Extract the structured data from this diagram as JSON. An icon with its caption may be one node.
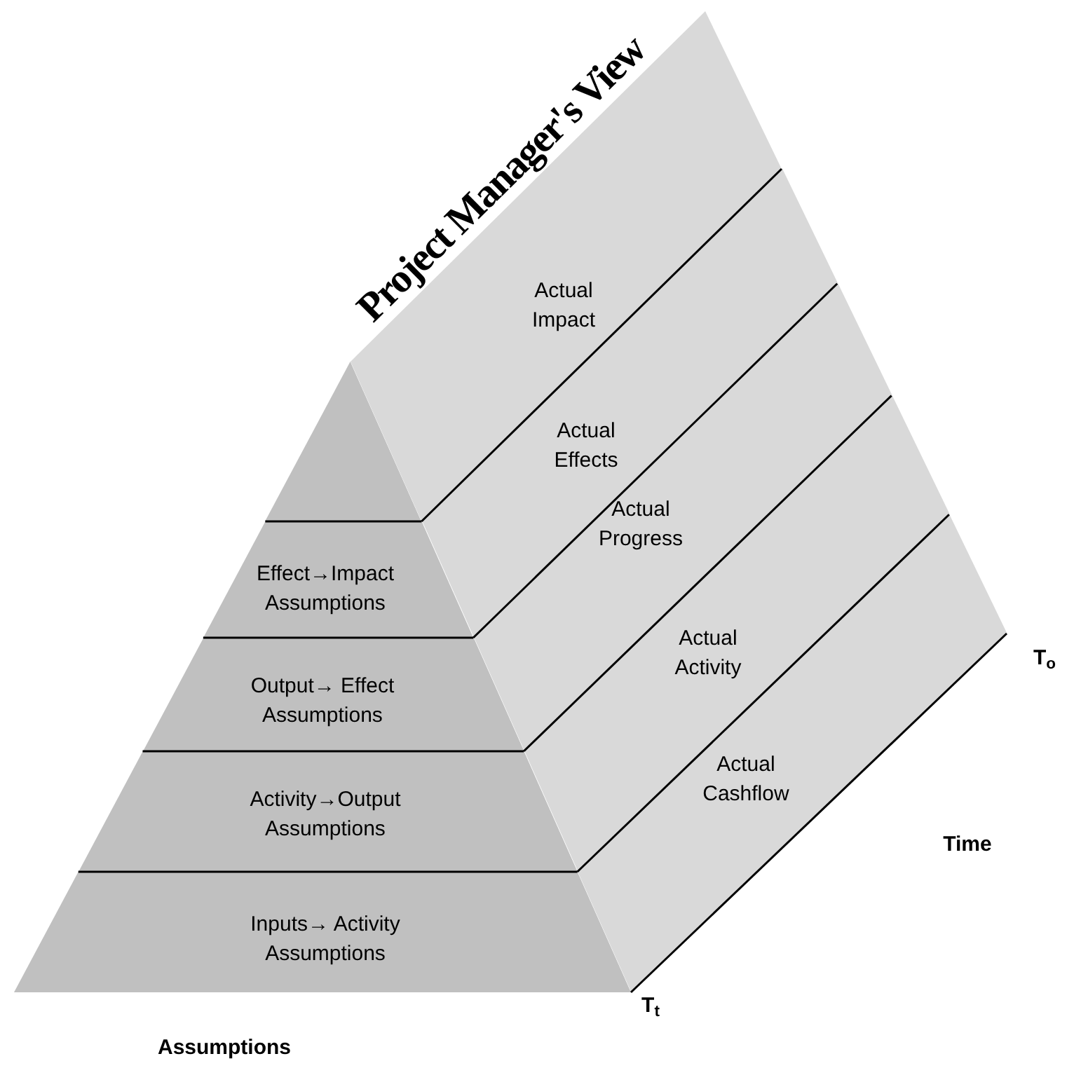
{
  "diagram": {
    "title": "Project Manager's View",
    "nodes": [
      {
        "text": [],
        "shape": "triangle"
      },
      {
        "text": [
          "Effect→Impact Assumptions"
        ]
      },
      {
        "text": [
          "Output→ Effect Assumptions"
        ]
      },
      {
        "text": [
          "Activity→Output Assumptions"
        ]
      },
      {
        "text": [
          "Inputs→ Activity Assumptions"
        ]
      },
      {
        "text": [
          "Actual Impact"
        ]
      },
      {
        "text": [
          "Actual Effects"
        ]
      },
      {
        "text": [
          "Actual Progress"
        ]
      },
      {
        "text": [
          "Actual Activity"
        ]
      },
      {
        "text": [
          "Actual Cashflow"
        ]
      }
    ],
    "labels": [
      "T$_{o}$",
      "Time",
      "T$_{t}$",
      "Assumptions"
    ]
  }
}
